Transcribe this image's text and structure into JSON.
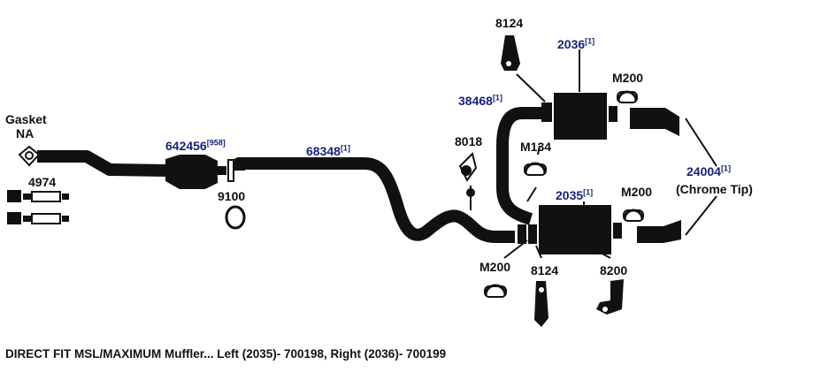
{
  "labels": {
    "gasket": "Gasket",
    "gasket_sub": "NA",
    "p4974": "4974",
    "p642456": "642456",
    "p642456_ref": "[958]",
    "p9100": "9100",
    "p68348": "68348",
    "p68348_ref": "[1]",
    "p8018": "8018",
    "p38468": "38468",
    "p38468_ref": "[1]",
    "p8124_top": "8124",
    "p2036": "2036",
    "p2036_ref": "[1]",
    "m200_top": "M200",
    "m134": "M134",
    "p24004": "24004",
    "p24004_ref": "[1]",
    "p24004_note": "(Chrome Tip)",
    "p2035": "2035",
    "p2035_ref": "[1]",
    "m200_mid": "M200",
    "m200_bottom": "M200",
    "p8124_bottom": "8124",
    "p8200": "8200"
  },
  "caption": "DIRECT FIT MSL/MAXIMUM Muffler... Left (2035)- 700198, Right (2036)- 700199",
  "colors": {
    "pipe": "#111111",
    "part_label": "#111111",
    "part_number": "#1a237e",
    "background": "#ffffff"
  }
}
